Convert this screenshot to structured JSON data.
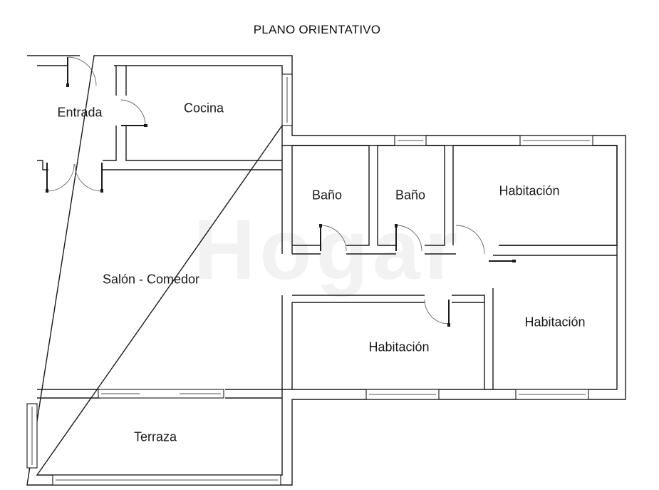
{
  "plan": {
    "title": "PLANO ORIENTATIVO",
    "rooms": {
      "entrada": "Entrada",
      "cocina": "Cocina",
      "bano_1": "Baño",
      "bano_2": "Baño",
      "habitacion_1": "Habitación",
      "salon": "Salón - Comedor",
      "habitacion_2": "Habitación",
      "habitacion_3": "Habitación",
      "terraza": "Terraza"
    }
  },
  "watermark": {
    "brand": "Hogar",
    "tagline": ""
  },
  "colors": {
    "wall": "#1a1a1a",
    "background": "#ffffff",
    "watermark": "#f2f2f2"
  }
}
